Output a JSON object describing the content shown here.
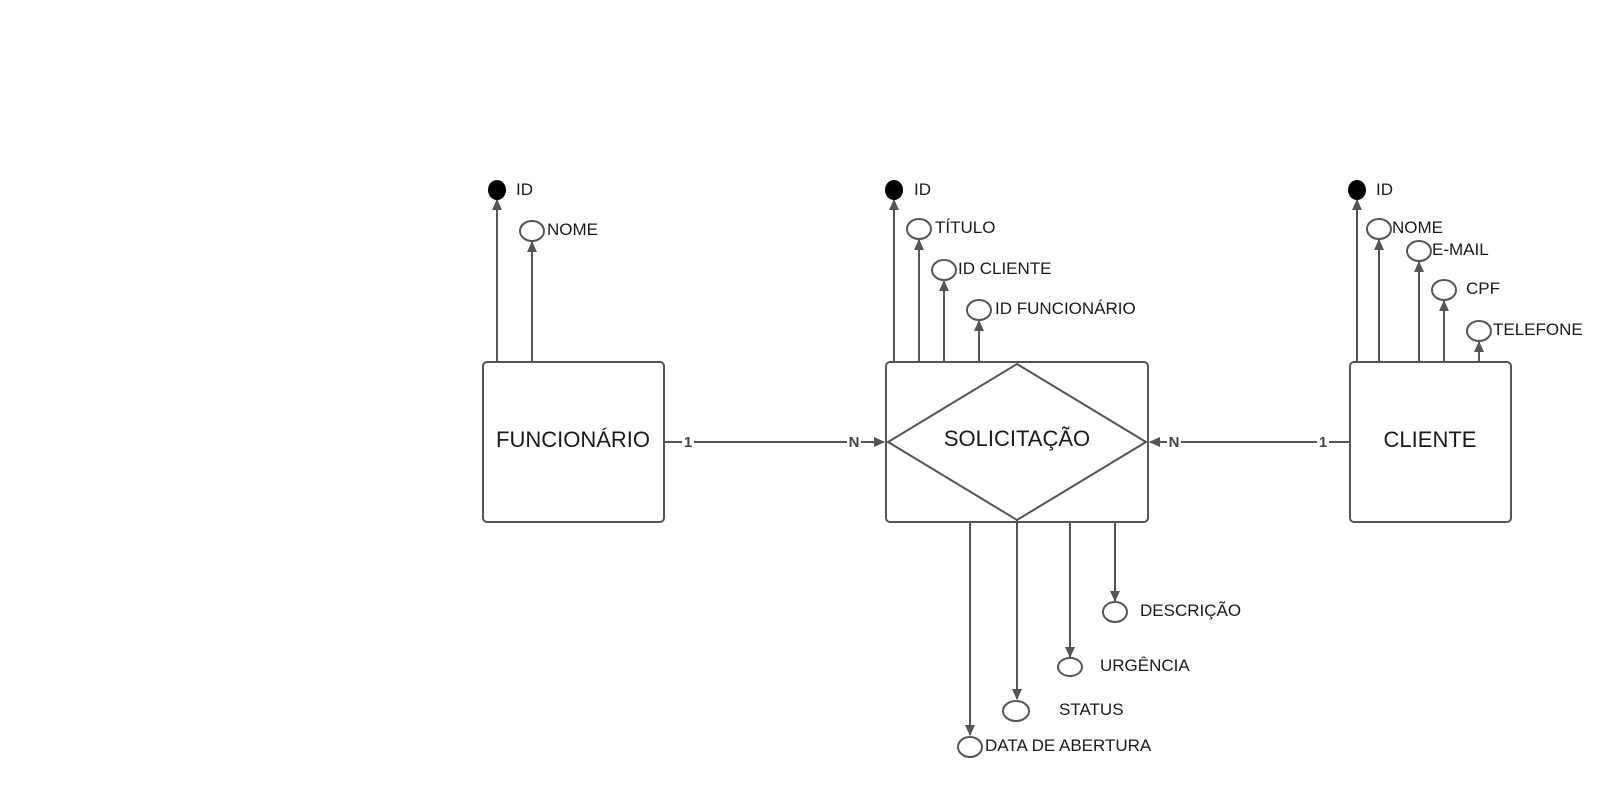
{
  "entities": {
    "funcionario": "FUNCIONÁRIO",
    "solicitacao": "SOLICITAÇÃO",
    "cliente": "CLIENTE"
  },
  "cardinality": {
    "funcionario_side": "1",
    "solicitacao_left": "N",
    "solicitacao_right": "N",
    "cliente_side": "1"
  },
  "funcionario_attrs": [
    "ID",
    "NOME"
  ],
  "solicitacao_top_attrs": [
    "ID",
    "TÍTULO",
    "ID CLIENTE",
    "ID FUNCIONÁRIO"
  ],
  "solicitacao_bottom_attrs": [
    "DESCRIÇÃO",
    "URGÊNCIA",
    "STATUS",
    "DATA DE ABERTURA"
  ],
  "cliente_attrs": [
    "ID",
    "NOME",
    "E-MAIL",
    "CPF",
    "TELEFONE"
  ],
  "colors": {
    "stroke": "#555555",
    "key_fill": "#000000"
  }
}
